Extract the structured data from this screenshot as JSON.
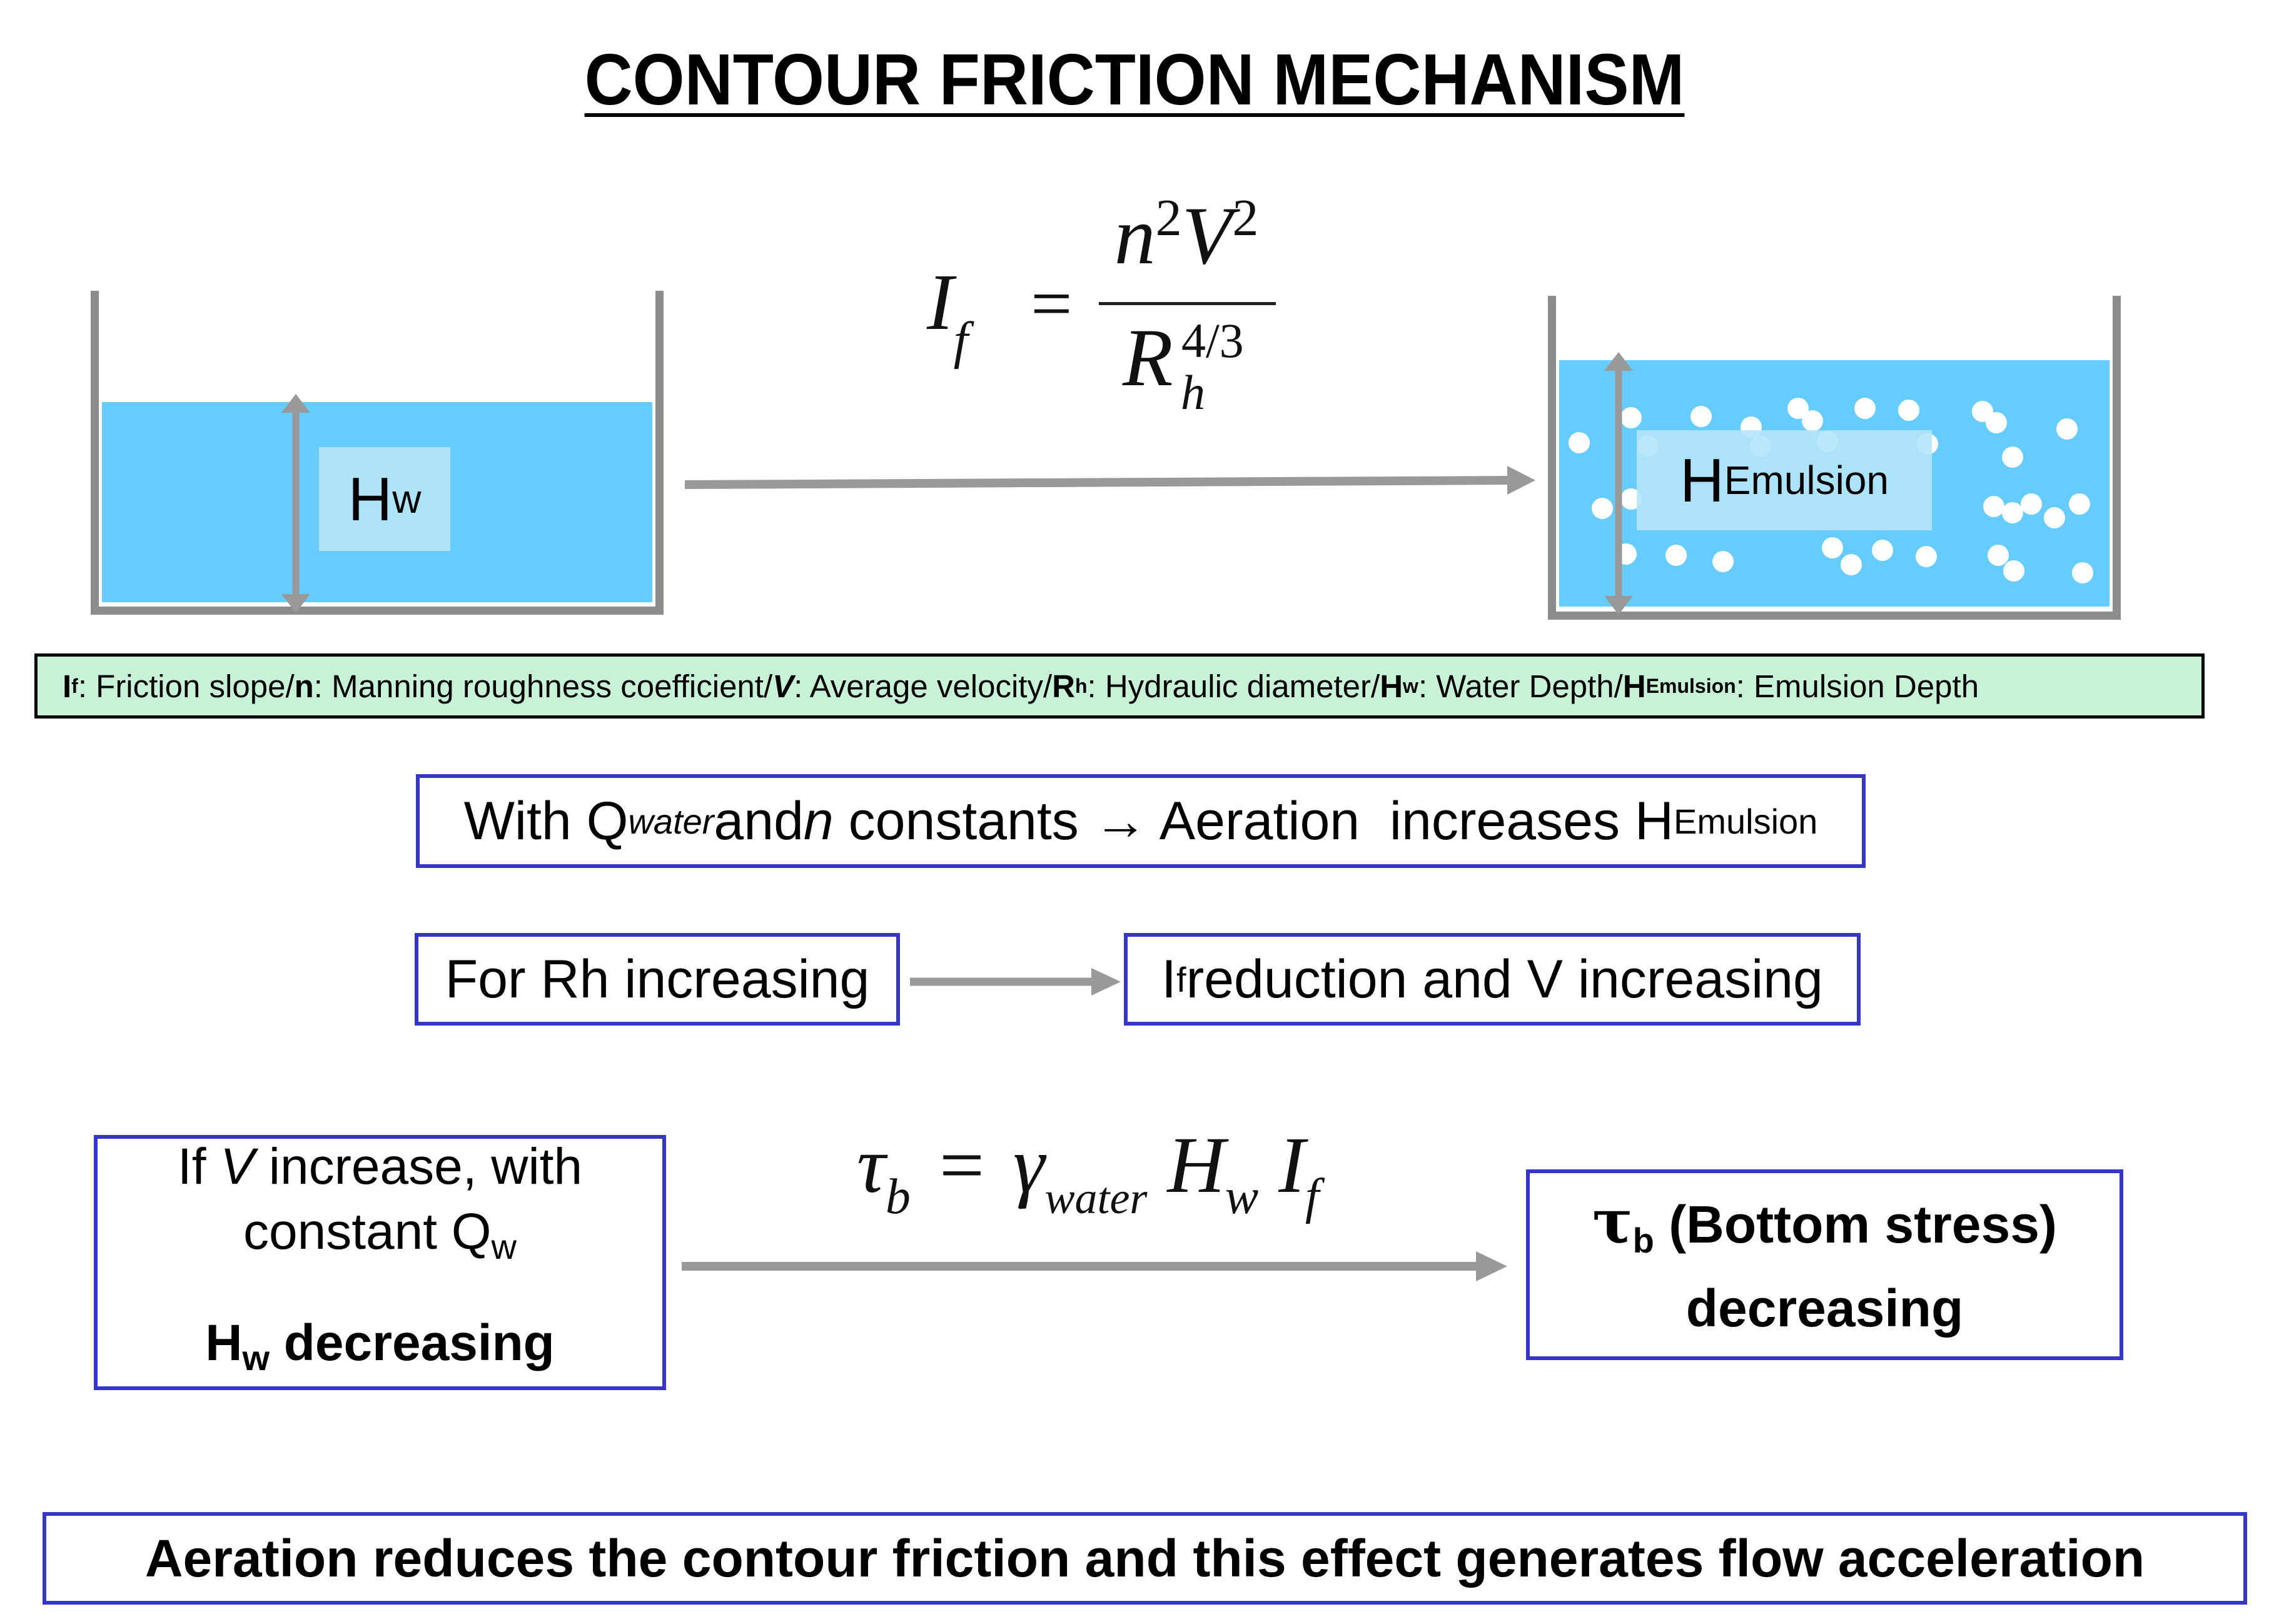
{
  "title": "CONTOUR FRICTION MECHANISM",
  "equations": {
    "friction": {
      "lhs": "I",
      "lhs_sub": "f",
      "equals": "=",
      "num_n": "n",
      "num_n_sup": "2",
      "num_v": "V",
      "num_v_sup": "2",
      "den": "R",
      "den_sub": "h",
      "den_sup": "4/3"
    },
    "stress": {
      "tau": "τ",
      "tau_sub": "b",
      "equals": "=",
      "gamma": "γ",
      "gamma_sub": "water",
      "h": "H",
      "h_sub": "w",
      "i": "I",
      "i_sub": "f"
    }
  },
  "tanks": {
    "left": {
      "label": "H",
      "label_sub": "w",
      "water_color": "#66ccff"
    },
    "right": {
      "label": "H",
      "label_sub": "Emulsion",
      "water_color": "#66ccff",
      "bubble_color": "#ffffff"
    }
  },
  "legend": {
    "items": [
      {
        "sym": "I",
        "sub": "f",
        "desc": ": Friction slope"
      },
      {
        "sym": "n",
        "sub": "",
        "desc": ": Manning roughness coefficient"
      },
      {
        "sym": "V",
        "sub": "",
        "desc": ": Average velocity"
      },
      {
        "sym": "R",
        "sub": "h",
        "desc": ": Hydraulic diameter"
      },
      {
        "sym": "H",
        "sub": "w",
        "desc": ": Water Depth"
      },
      {
        "sym": "H",
        "sub": "Emulsion",
        "desc": ": Emulsion Depth"
      }
    ],
    "separator": " / ",
    "background": "#c8f2d8"
  },
  "boxes": {
    "condition": {
      "part1": "With Q",
      "sub1": "water",
      "part2": " and ",
      "n": "n",
      "part3": " constants → Aeration  increases H",
      "sub2": "Emulsion"
    },
    "rh": {
      "text": "For Rh increasing"
    },
    "if_reduction": {
      "sym": "I",
      "sub": "f",
      "text": " reduction and V increasing"
    },
    "v_increase": {
      "line1_a": "If ",
      "line1_v": "V",
      "line1_b": " increase, with",
      "line2": "constant Q",
      "line2_sub": "w",
      "line3": "H",
      "line3_sub": "w",
      "line3_b": " decreasing"
    },
    "tau": {
      "sym": "τ",
      "sub": "b",
      "line1": " (Bottom stress)",
      "line2": "decreasing"
    },
    "final": {
      "text": "Aeration reduces the contour friction and this effect generates flow acceleration"
    }
  },
  "colors": {
    "box_border": "#3535c8",
    "arrow": "#999999",
    "tank_wall": "#8c8c8c"
  }
}
